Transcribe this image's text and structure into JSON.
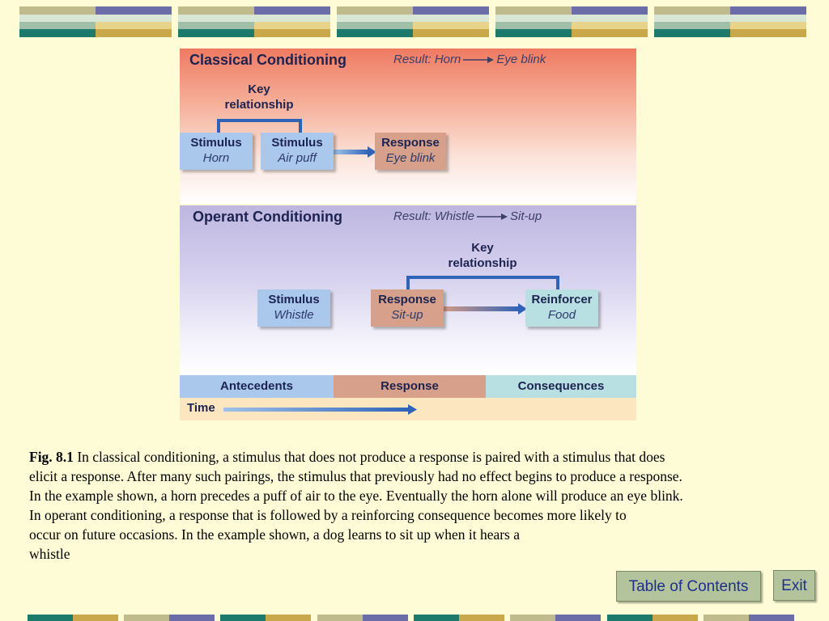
{
  "colors": {
    "background": "#fdfcd6",
    "deco_olive": "#bfbb8c",
    "deco_purple": "#6b6da8",
    "deco_teal": "#1c7a6c",
    "deco_gold": "#c8a84a",
    "deco_light": "#d9e6d5"
  },
  "figure": {
    "classical": {
      "title": "Classical Conditioning",
      "result_prefix": "Result: Horn",
      "result_suffix": "Eye blink",
      "key_line1": "Key",
      "key_line2": "relationship",
      "stimulus1": {
        "label": "Stimulus",
        "value": "Horn"
      },
      "stimulus2": {
        "label": "Stimulus",
        "value": "Air puff"
      },
      "response": {
        "label": "Response",
        "value": "Eye blink"
      }
    },
    "operant": {
      "title": "Operant Conditioning",
      "result_prefix": "Result: Whistle",
      "result_suffix": "Sit-up",
      "key_line1": "Key",
      "key_line2": "relationship",
      "stimulus": {
        "label": "Stimulus",
        "value": "Whistle"
      },
      "response": {
        "label": "Response",
        "value": "Sit-up"
      },
      "reinforcer": {
        "label": "Reinforcer",
        "value": "Food"
      }
    },
    "timeline": {
      "antecedents": "Antecedents",
      "response": "Response",
      "consequences": "Consequences",
      "time": "Time"
    }
  },
  "caption": {
    "fig_label": "Fig. 8.1",
    "line1": "In classical conditioning, a stimulus that does not produce a response is paired with a stimulus that does",
    "line2": "elicit a response. After many such pairings, the stimulus that previously had no effect begins to produce a response.",
    "line3": "In the example shown, a horn precedes a puff of air to the eye. Eventually the horn alone will produce an eye blink.",
    "line4": "In operant conditioning, a response that is followed by a reinforcing consequence becomes more likely to",
    "line5": "occur on future occasions. In the example shown, a dog learns to sit up when it hears a",
    "line6": "whistle"
  },
  "nav": {
    "toc_label": "Table of Contents",
    "exit_label": "Exit"
  }
}
